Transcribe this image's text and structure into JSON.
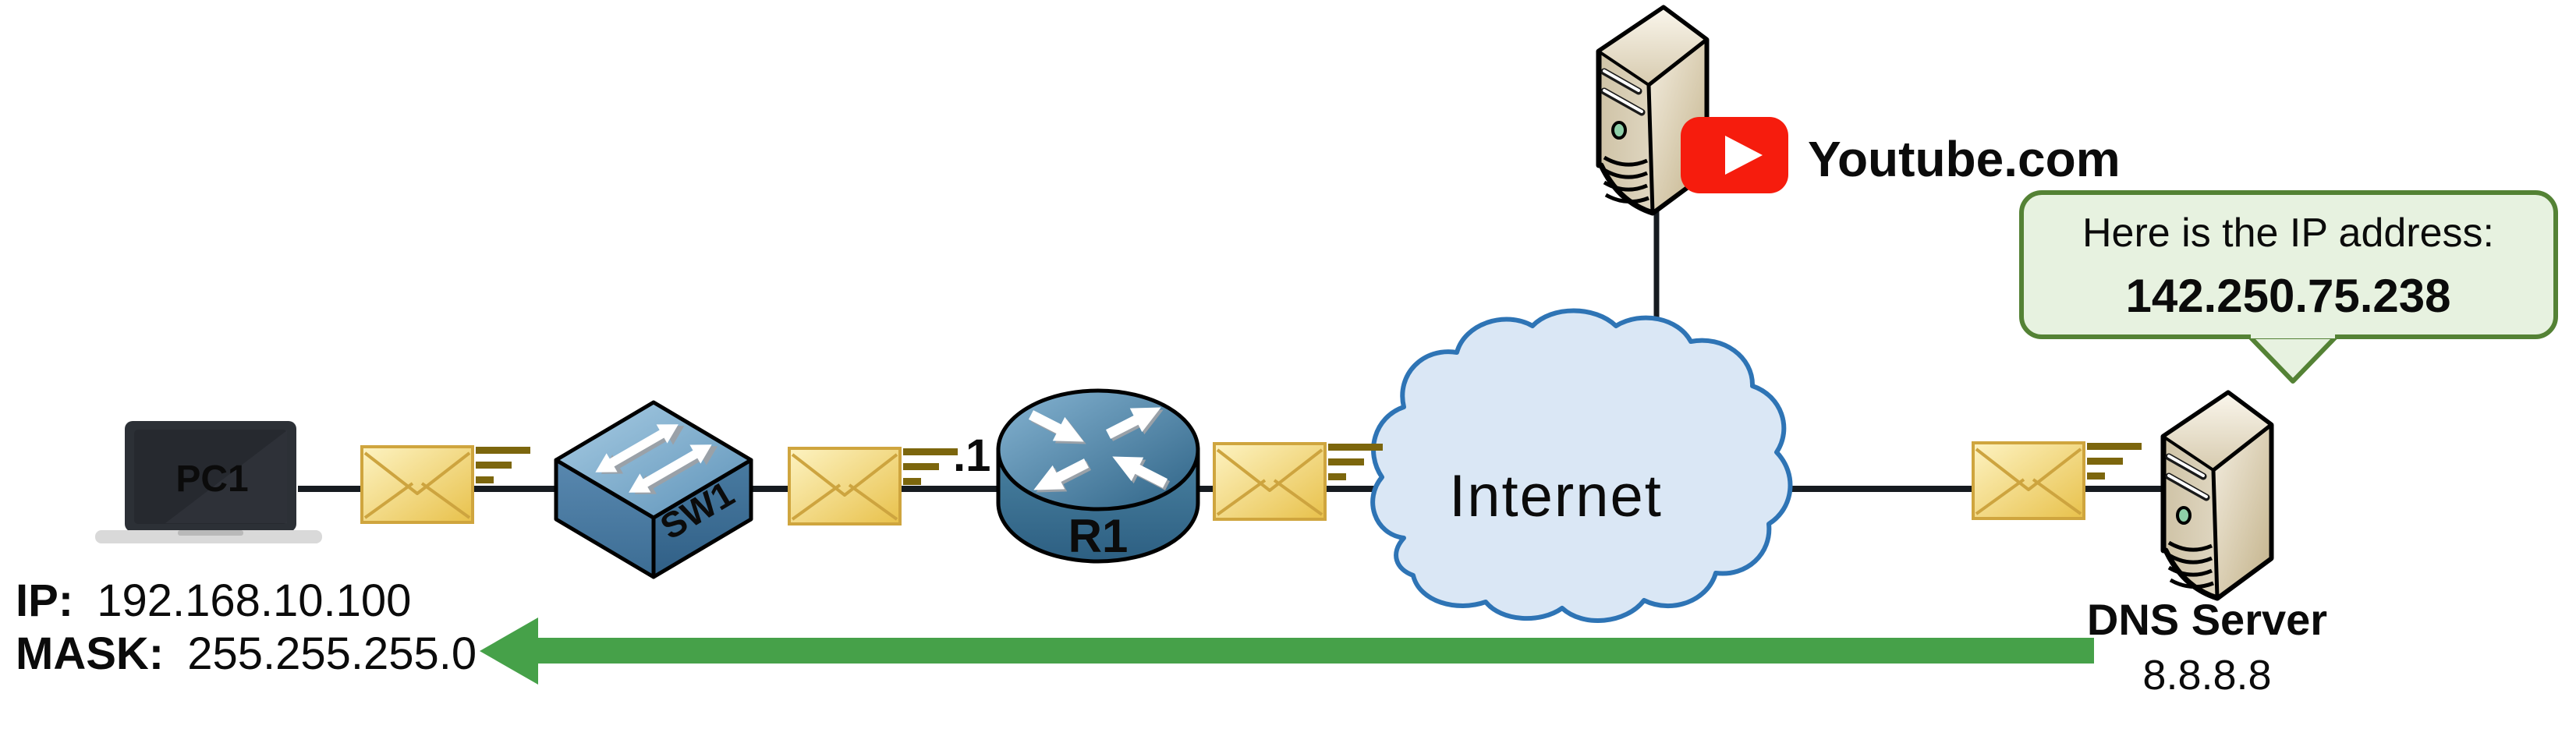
{
  "pc1": {
    "label": "PC1",
    "ip_label": "IP:",
    "ip_value": "192.168.10.100",
    "mask_label": "MASK:",
    "mask_value": "255.255.255.0"
  },
  "switch": {
    "label": "SW1"
  },
  "router": {
    "label": "R1",
    "interface_label": ".1"
  },
  "cloud": {
    "label": "Internet"
  },
  "youtube": {
    "label": "Youtube.com"
  },
  "dns": {
    "name": "DNS Server",
    "ip": "8.8.8.8"
  },
  "bubble": {
    "line1": "Here is the IP address:",
    "line2": "142.250.75.238"
  },
  "icons": {
    "packet": "envelope-packet-icon",
    "switch": "cisco-switch-icon",
    "router": "cisco-router-icon",
    "server": "tower-server-icon",
    "youtube": "youtube-play-icon",
    "cloud": "internet-cloud-icon",
    "arrow": "reply-direction-arrow"
  },
  "colors": {
    "arrow_green": "#46a149",
    "bubble_fill": "#e7f2e0",
    "bubble_border": "#548235",
    "cloud_fill": "#dae7f5",
    "cloud_border": "#2e74b5",
    "envelope_fill": "#f2d567",
    "envelope_border": "#cfa53e",
    "speedline_gold": "#7c660d",
    "switch_blue": "#4e81a8",
    "router_blue": "#3a718f",
    "youtube_red": "#f61c0d",
    "laptop_dark": "#2c3036",
    "server_beige": "#d8cdb4",
    "link_line": "#161b20"
  }
}
